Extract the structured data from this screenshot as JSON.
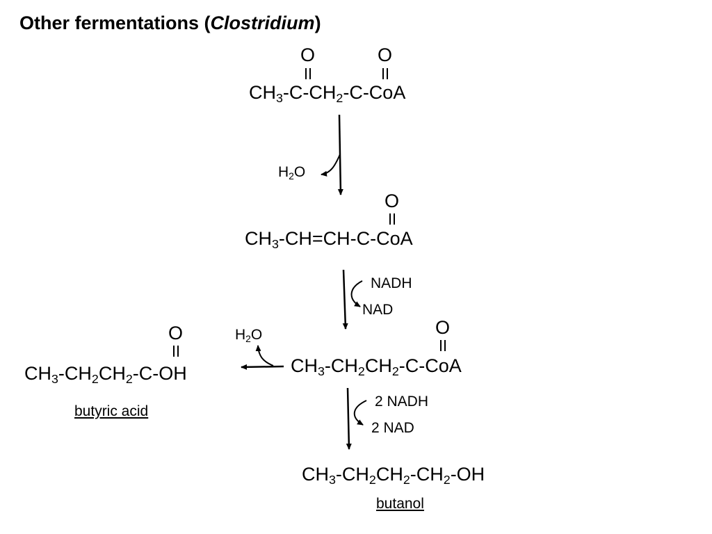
{
  "title": {
    "prefix": "Other fermentations (",
    "organism": "Clostridium",
    "suffix": ")"
  },
  "o": "O",
  "acetoacetyl": [
    "CH",
    "3",
    "-C-CH",
    "2",
    "-C-CoA"
  ],
  "crotonyl": [
    "CH",
    "3",
    "-CH=CH-C-CoA"
  ],
  "butyryl": [
    "CH",
    "3",
    "-CH",
    "2",
    "CH",
    "2",
    "-C-CoA"
  ],
  "butyric_acid": {
    "formula": [
      "CH",
      "3",
      "-CH",
      "2",
      "CH",
      "2",
      "-C-OH"
    ],
    "name": "butyric acid"
  },
  "butanol": {
    "formula": [
      "CH",
      "3",
      "-CH",
      "2",
      "CH",
      "2",
      "-CH",
      "2",
      "-OH"
    ],
    "name": "butanol"
  },
  "water": [
    "H",
    "2",
    "O"
  ],
  "step2": {
    "in": "NADH",
    "out": "NAD"
  },
  "step4": {
    "in": "2 NADH",
    "out": "2 NAD"
  }
}
